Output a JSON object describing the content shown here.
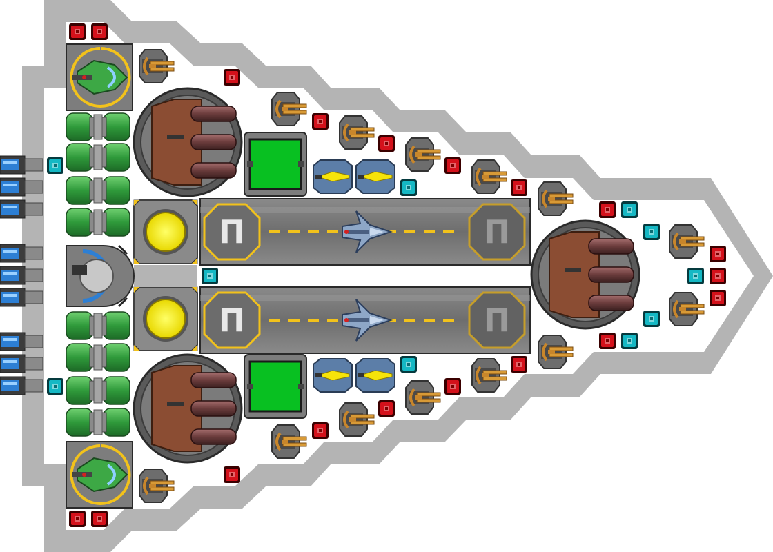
{
  "ship": {
    "hull_color": "#b4b4b4",
    "interior_color": "#ffffff",
    "accent_colors": {
      "power_red": "#d4111b",
      "power_cyan": "#15b8c4",
      "engine_green": "#3da845",
      "reactor_yellow": "#f6f00a",
      "hangar_gray": "#7d7d7d",
      "runway_stripe": "#f2c21b",
      "cargo_brown": "#8b4d33",
      "thruster_blue": "#2d7fd4"
    },
    "landing_pad_label": "Π",
    "hangars": [
      {
        "name": "upper-hangar",
        "pad_left_label": "Π",
        "pad_right_label": "Π"
      },
      {
        "name": "lower-hangar",
        "pad_left_label": "Π",
        "pad_right_label": "Π"
      }
    ]
  }
}
